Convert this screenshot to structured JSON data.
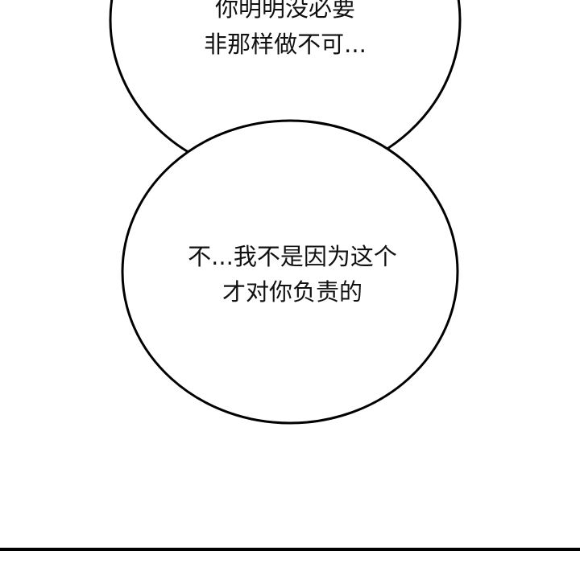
{
  "bubbles": [
    {
      "lines": [
        "你明明没必要",
        "非那样做不可..."
      ]
    },
    {
      "lines": [
        "不...我不是因为这个",
        "才对你负责的"
      ]
    }
  ],
  "colors": {
    "background": "#ffffff",
    "ink": "#000000"
  }
}
